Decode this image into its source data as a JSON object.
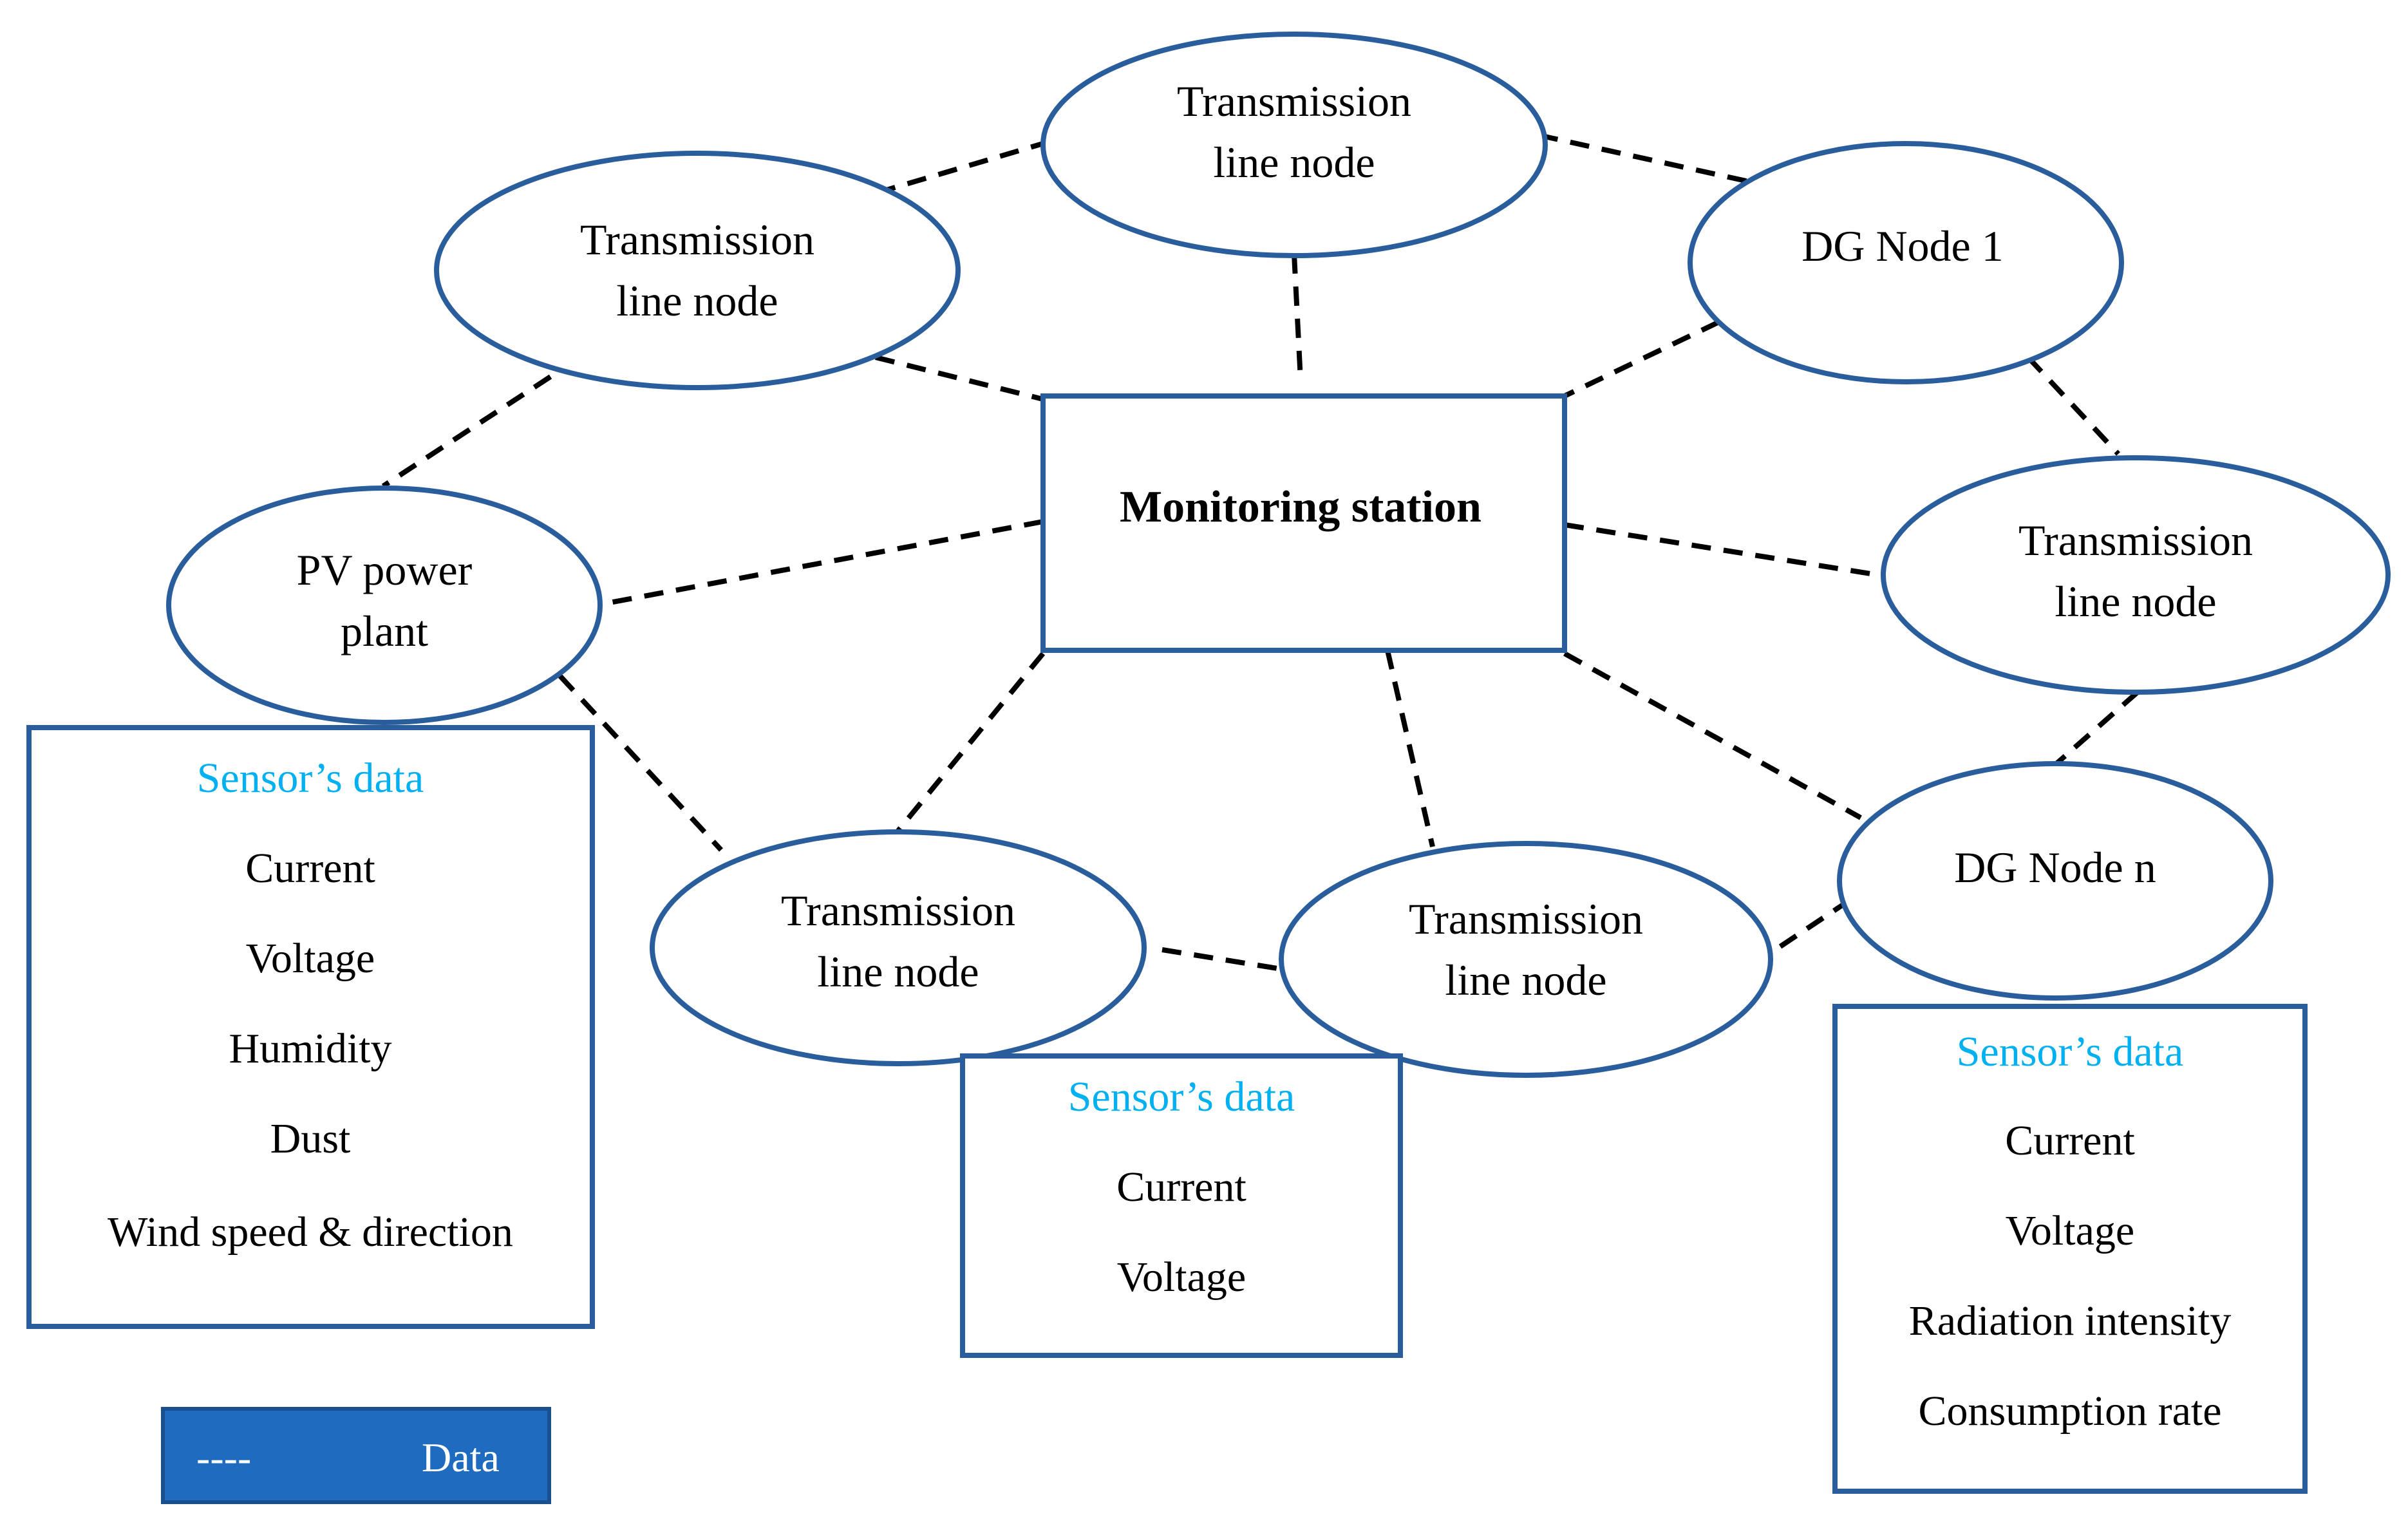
{
  "nodes": {
    "tl_top": [
      "Transmission",
      "line node"
    ],
    "tl_upper_left": [
      "Transmission",
      "line node"
    ],
    "dg1": [
      "DG Node 1"
    ],
    "tl_right": [
      "Transmission",
      "line node"
    ],
    "pv": [
      "PV power",
      "plant"
    ],
    "station": "Monitoring station",
    "tl_bottom_left": [
      "Transmission",
      "line node"
    ],
    "tl_bottom_mid": [
      "Transmission",
      "line node"
    ],
    "dgn": [
      "DG Node n"
    ]
  },
  "sensor_pv": {
    "title": "Sensor’s data",
    "items": [
      "Current",
      "Voltage",
      "Humidity",
      "Dust",
      "Wind speed & direction"
    ]
  },
  "sensor_tl": {
    "title": "Sensor’s data",
    "items": [
      "Current",
      "Voltage"
    ]
  },
  "sensor_dg": {
    "title": "Sensor’s data",
    "items": [
      "Current",
      "Voltage",
      "Radiation intensity",
      "Consumption rate"
    ]
  },
  "legend": {
    "symbol": "----",
    "label": "Data"
  }
}
